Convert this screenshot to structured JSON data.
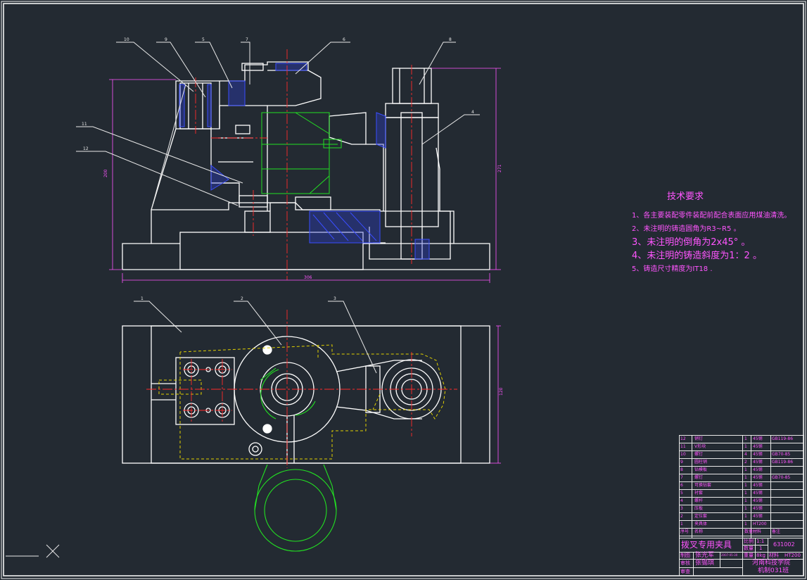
{
  "drawing": {
    "balloon_labels_top": [
      "10",
      "9",
      "5",
      "7",
      "6",
      "8",
      "4",
      "11",
      "12"
    ],
    "balloon_labels_bottom": [
      "1",
      "2",
      "3"
    ],
    "dimension_labels": [
      "306",
      "200",
      "120",
      "271"
    ]
  },
  "technical_requirements": {
    "title": "技术要求",
    "notes": [
      "1、各主要装配零件装配前配合表面应用煤油清洗。",
      "2、未注明的铸造圆角为R3~R5 。",
      "3、未注明的倒角为2x45° 。",
      "4、未注明的铸造斜度为1：2 。",
      "5、铸造尺寸精度为IT18 ."
    ]
  },
  "bom": {
    "rows": [
      {
        "no": "12",
        "name": "销钉",
        "qty": "1",
        "material": "45钢",
        "std": "GB119-86"
      },
      {
        "no": "11",
        "name": "V形块",
        "qty": "1",
        "material": "45钢",
        "std": ""
      },
      {
        "no": "10",
        "name": "螺钉",
        "qty": "4",
        "material": "45钢",
        "std": "GB70-85"
      },
      {
        "no": "9",
        "name": "圆柱销",
        "qty": "2",
        "material": "45钢",
        "std": "GB119-86"
      },
      {
        "no": "8",
        "name": "钻模板",
        "qty": "1",
        "material": "45钢",
        "std": ""
      },
      {
        "no": "7",
        "name": "螺钉",
        "qty": "1",
        "material": "45钢",
        "std": "GB70-85"
      },
      {
        "no": "6",
        "name": "可换钻套",
        "qty": "1",
        "material": "45钢",
        "std": ""
      },
      {
        "no": "5",
        "name": "衬套",
        "qty": "1",
        "material": "45钢",
        "std": ""
      },
      {
        "no": "4",
        "name": "螺杆",
        "qty": "1",
        "material": "45钢",
        "std": ""
      },
      {
        "no": "3",
        "name": "压板",
        "qty": "1",
        "material": "45钢",
        "std": ""
      },
      {
        "no": "2",
        "name": "定位套",
        "qty": "1",
        "material": "45钢",
        "std": ""
      },
      {
        "no": "1",
        "name": "夹具体",
        "qty": "1",
        "material": "HT200",
        "std": ""
      }
    ],
    "header": {
      "no": "序号",
      "name": "名称",
      "qty": "数量",
      "material": "材料",
      "std": "备注"
    }
  },
  "title_block": {
    "drawing_name": "拨叉专用夹具",
    "scale_label": "比例",
    "scale_value": "1:1",
    "qty_label": "数量",
    "qty_value": "1",
    "drawing_no": "631002",
    "drawn_label": "制图",
    "drawn_by": "张光军",
    "drawn_date": "2007-05-30",
    "check_label": "审核",
    "checked_by": "张锡琪",
    "weight_label": "重量",
    "weight_value": "8kg",
    "material_label": "材料",
    "material_value": "HT200",
    "approve_label": "审查",
    "school": "河南科技学院",
    "class": "机制031班"
  },
  "colors": {
    "background": "#232a32",
    "outline": "#ffffff",
    "center_line": "#ff2a2a",
    "hatch": "#3a4dff",
    "hidden": "#e0d000",
    "workpiece": "#22e022",
    "text": "#ff55ff"
  }
}
